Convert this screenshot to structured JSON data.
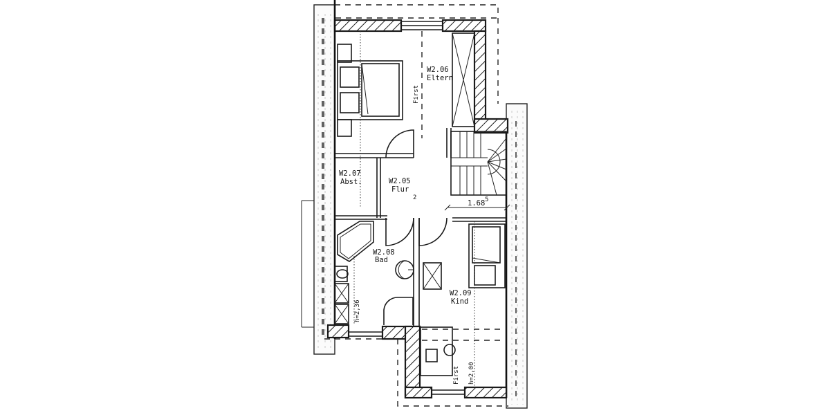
{
  "drawing": {
    "type": "floor-plan",
    "rooms": [
      {
        "id": "W2.06",
        "name": "Eltern"
      },
      {
        "id": "W2.07",
        "name": "Abst."
      },
      {
        "id": "W2.05",
        "name": "Flur"
      },
      {
        "id": "W2.08",
        "name": "Bad"
      },
      {
        "id": "W2.09",
        "name": "Kind"
      }
    ],
    "annotations": {
      "first_top": "First",
      "first_bottom": "First",
      "dimension_stair": "1.68",
      "dimension_stair_sup": "5",
      "height_bad": "h=2,36",
      "height_kind": "h=2,00",
      "flur_mark": "2"
    },
    "colors": {
      "line": "#1a1a1a",
      "background": "#ffffff",
      "hatch": "#1a1a1a"
    }
  }
}
